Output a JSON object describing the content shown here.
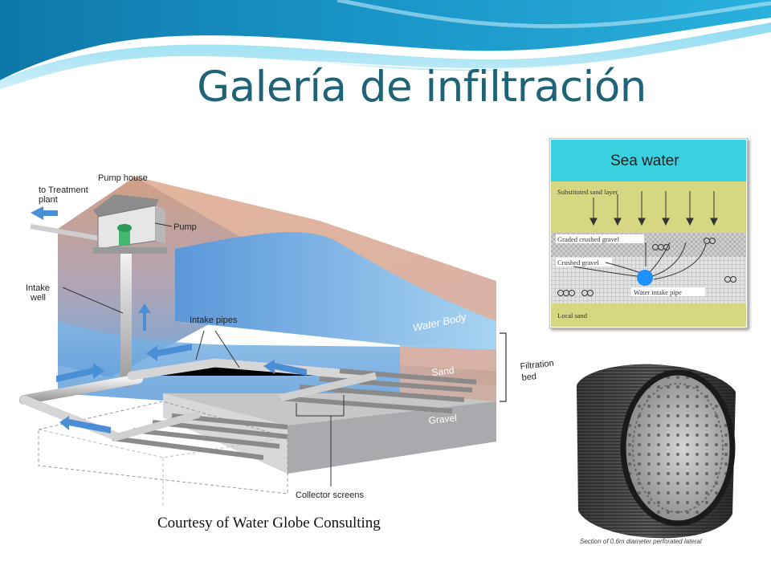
{
  "title": "Galería de infiltración",
  "diagram": {
    "pump_house": "Pump house",
    "to_treatment_1": "to Treatment",
    "to_treatment_2": "plant",
    "pump": "Pump",
    "intake_well_1": "Intake",
    "intake_well_2": "well",
    "intake_pipes": "Intake pipes",
    "water_body": "Water Body",
    "filtration_bed_1": "Filtration",
    "filtration_bed_2": "bed",
    "sand": "Sand",
    "gravel": "Gravel",
    "collector_screens": "Collector screens"
  },
  "inset_layers": {
    "sea_water": "Sea water",
    "substituted_sand": "Substituted sand layer",
    "graded_gravel": "Graded crushed gravel",
    "crushed_gravel": "Crushed gravel",
    "water_intake_pipe": "Water intake pipe",
    "local_sand": "Local sand"
  },
  "inset_lateral": {
    "caption": "Section of 0.6m diameter perforated lateral"
  },
  "credit": "Courtesy of Water Globe Consulting",
  "colors": {
    "title": "#1f6377",
    "sea_water": "#3ad0e0",
    "sand_layer": "#d6d783",
    "intake_pipe": "#1e90ff"
  }
}
